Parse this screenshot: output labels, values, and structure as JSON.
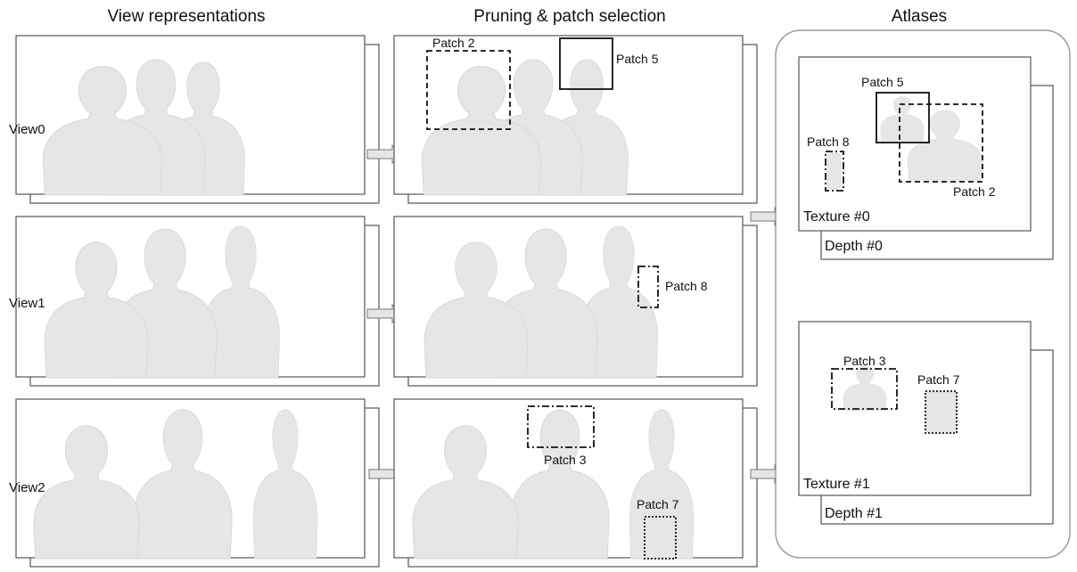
{
  "headers": {
    "views": "View representations",
    "pruning": "Pruning & patch selection",
    "atlases": "Atlases"
  },
  "view_labels": [
    "View0",
    "View1",
    "View2"
  ],
  "patch_labels": {
    "patch2": "Patch 2",
    "patch5": "Patch 5",
    "patch8": "Patch 8",
    "patch3": "Patch 3",
    "patch7": "Patch 7"
  },
  "atlas_labels": {
    "texture0": "Texture #0",
    "depth0": "Depth #0",
    "texture1": "Texture #1",
    "depth1": "Depth #1"
  },
  "colors": {
    "silhouette": "#e6e6e6",
    "frame": "#555555",
    "patch_border": "#111111"
  },
  "patch_border_styles": {
    "patch2": "dashed",
    "patch5": "solid",
    "patch8": "dash-dot",
    "patch3": "dash-dot",
    "patch7": "dotted"
  }
}
